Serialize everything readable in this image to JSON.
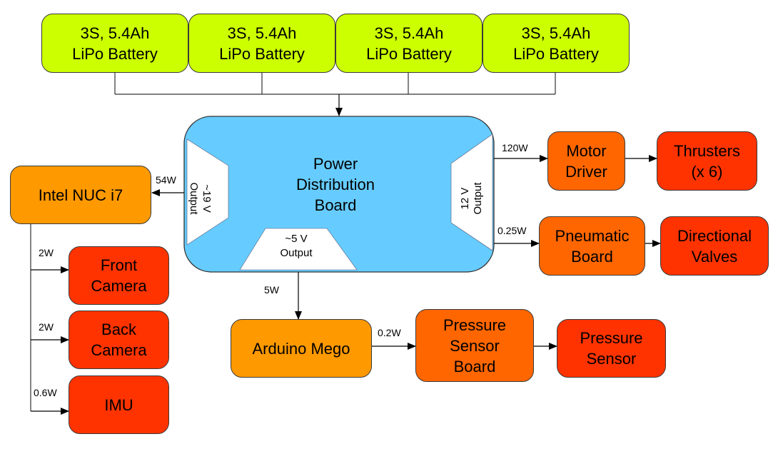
{
  "diagram": {
    "title": "Power Distribution Diagram",
    "colors": {
      "battery": "#ccff00",
      "pdb": "#66ccff",
      "compute": "#ff9900",
      "driver": "#ff6600",
      "device": "#ff3300"
    },
    "batteries": [
      {
        "label": "3S, 5.4Ah\nLiPo Battery"
      },
      {
        "label": "3S, 5.4Ah\nLiPo Battery"
      },
      {
        "label": "3S, 5.4Ah\nLiPo Battery"
      },
      {
        "label": "3S, 5.4Ah\nLiPo Battery"
      }
    ],
    "pdb": {
      "label": "Power\nDistribution\nBoard",
      "outputs": {
        "v19": "~19 V\nOutput",
        "v12": "12 V\nOutput",
        "v5": "~5 V\nOutput"
      }
    },
    "nodes": {
      "nuc": "Intel NUC i7",
      "front_camera": "Front\nCamera",
      "back_camera": "Back\nCamera",
      "imu": "IMU",
      "motor_driver": "Motor\nDriver",
      "thrusters": "Thrusters\n(x 6)",
      "pneumatic_board": "Pneumatic\nBoard",
      "directional_valves": "Directional\nValves",
      "arduino": "Arduino Mego",
      "pressure_sensor_board": "Pressure\nSensor\nBoard",
      "pressure_sensor": "Pressure\nSensor"
    },
    "edge_labels": {
      "nuc": "54W",
      "front_camera": "2W",
      "back_camera": "2W",
      "imu": "0.6W",
      "motor_driver": "120W",
      "pneumatic_board": "0.25W",
      "arduino": "5W",
      "pressure_sensor_board": "0.2W"
    }
  }
}
